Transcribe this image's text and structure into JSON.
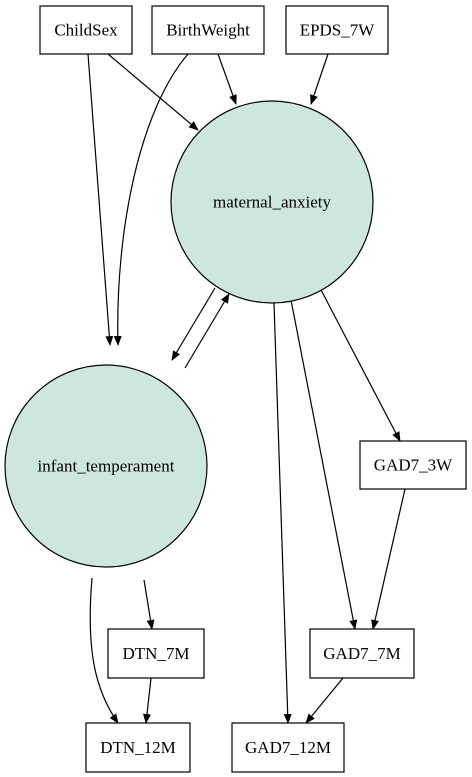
{
  "nodes": {
    "childsex": "ChildSex",
    "birthweight": "BirthWeight",
    "epds_7w": "EPDS_7W",
    "maternal_anxiety": "maternal_anxiety",
    "infant_temperament": "infant_temperament",
    "gad7_3w": "GAD7_3W",
    "gad7_7m": "GAD7_7M",
    "dtn_7m": "DTN_7M",
    "dtn_12m": "DTN_12M",
    "gad7_12m": "GAD7_12M"
  },
  "edges": [
    {
      "from": "ChildSex",
      "to": "maternal_anxiety"
    },
    {
      "from": "ChildSex",
      "to": "infant_temperament"
    },
    {
      "from": "BirthWeight",
      "to": "maternal_anxiety"
    },
    {
      "from": "BirthWeight",
      "to": "infant_temperament"
    },
    {
      "from": "EPDS_7W",
      "to": "maternal_anxiety"
    },
    {
      "from": "maternal_anxiety",
      "to": "infant_temperament"
    },
    {
      "from": "infant_temperament",
      "to": "maternal_anxiety"
    },
    {
      "from": "maternal_anxiety",
      "to": "GAD7_3W"
    },
    {
      "from": "maternal_anxiety",
      "to": "GAD7_7M"
    },
    {
      "from": "maternal_anxiety",
      "to": "GAD7_12M"
    },
    {
      "from": "GAD7_3W",
      "to": "GAD7_7M"
    },
    {
      "from": "GAD7_7M",
      "to": "GAD7_12M"
    },
    {
      "from": "infant_temperament",
      "to": "DTN_7M"
    },
    {
      "from": "infant_temperament",
      "to": "DTN_12M"
    },
    {
      "from": "DTN_7M",
      "to": "DTN_12M"
    }
  ],
  "colors": {
    "latent_fill": "#cde6e0",
    "box_fill": "#ffffff",
    "stroke": "#000000"
  }
}
